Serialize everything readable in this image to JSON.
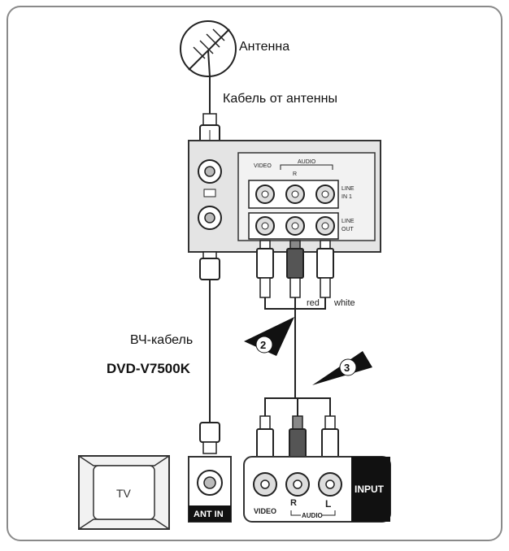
{
  "labels": {
    "antenna": "Антенна",
    "antenna_cable": "Кабель от антенны",
    "rf_cable": "ВЧ-кабель",
    "model": "DVD-V7500K",
    "red": "red",
    "white": "white",
    "step2": "2",
    "step3": "3"
  },
  "vcr_panel": {
    "video": "VIDEO",
    "audio": "AUDIO",
    "r": "R",
    "line_in_1": "LINE",
    "line_in_2": "IN 1",
    "line_out_1": "LINE",
    "line_out_2": "OUT"
  },
  "tv": {
    "label": "TV",
    "ant_in": "ANT IN",
    "input": "INPUT",
    "video": "VIDEO",
    "r": "R",
    "l": "L",
    "audio": "AUDIO"
  },
  "colors": {
    "frame": "#8a8a8a",
    "panel_fill": "#e4e4e4",
    "ink": "#111111"
  }
}
